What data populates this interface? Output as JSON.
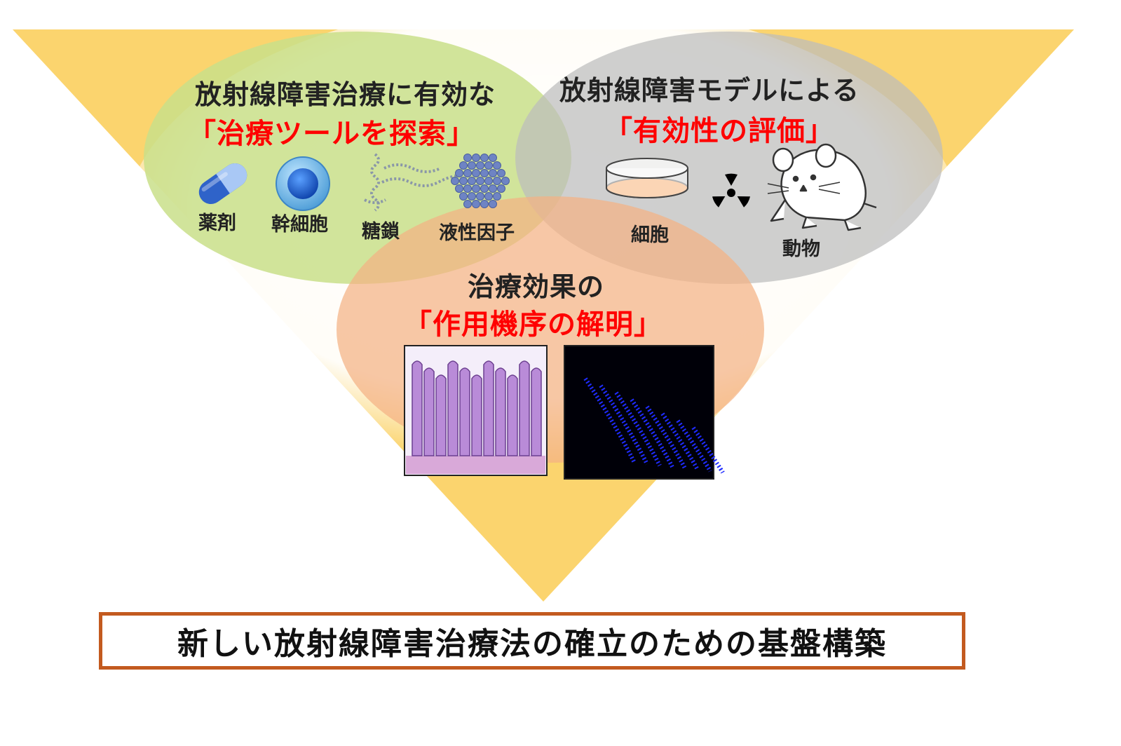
{
  "circles": {
    "search": {
      "heading": "放射線障害治療に有効な",
      "emphasis": "「治療ツールを探索」",
      "items": [
        {
          "label": "薬剤",
          "icon": "capsule-icon"
        },
        {
          "label": "幹細胞",
          "icon": "stem-cell-icon"
        },
        {
          "label": "糖鎖",
          "icon": "sugar-chain-icon"
        },
        {
          "label": "液性因子",
          "icon": "humoral-factor-icon"
        }
      ]
    },
    "evaluation": {
      "heading": "放射線障害モデルによる",
      "emphasis": "「有効性の評価」",
      "items": [
        {
          "label": "細胞",
          "icon": "petri-dish-icon"
        },
        {
          "label": "",
          "icon": "radiation-icon"
        },
        {
          "label": "動物",
          "icon": "mouse-icon"
        }
      ]
    },
    "mechanism": {
      "heading": "治療効果の",
      "emphasis": "「作用機序の解明」",
      "images": [
        "he-stained-tissue-image",
        "fluorescent-tissue-image"
      ]
    }
  },
  "goal": "新しい放射線障害治療法の確立のための基盤構築",
  "colors": {
    "funnel": "#fbd36a",
    "search_circle": "#c9df8a",
    "evaluation_circle": "#bfbfbf",
    "mechanism_circle": "#f4b183",
    "emphasis": "#ff0000",
    "goal_border": "#c35a1f"
  }
}
